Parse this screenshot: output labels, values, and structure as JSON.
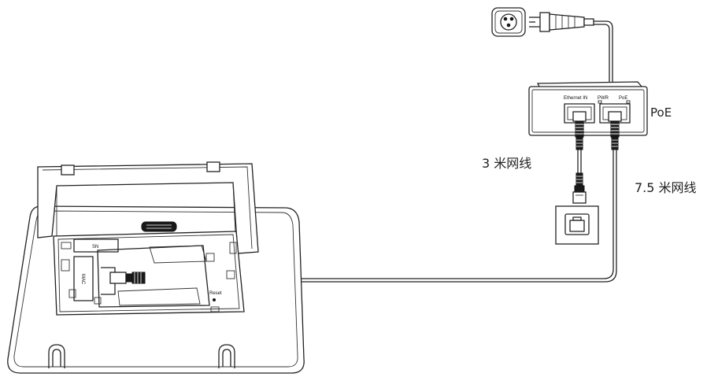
{
  "labels": {
    "poe": "PoE",
    "cable_short": "3 米网线",
    "cable_long": "7.5 米网线"
  },
  "injector_ports": {
    "ethernet_in": "Ethernet IN",
    "pwr": "PWR",
    "poe": "PoE"
  },
  "device_labels": {
    "sn": "SN",
    "mac": "MAC",
    "reset": "Reset"
  },
  "colors": {
    "line": "#222222",
    "background": "#ffffff"
  }
}
